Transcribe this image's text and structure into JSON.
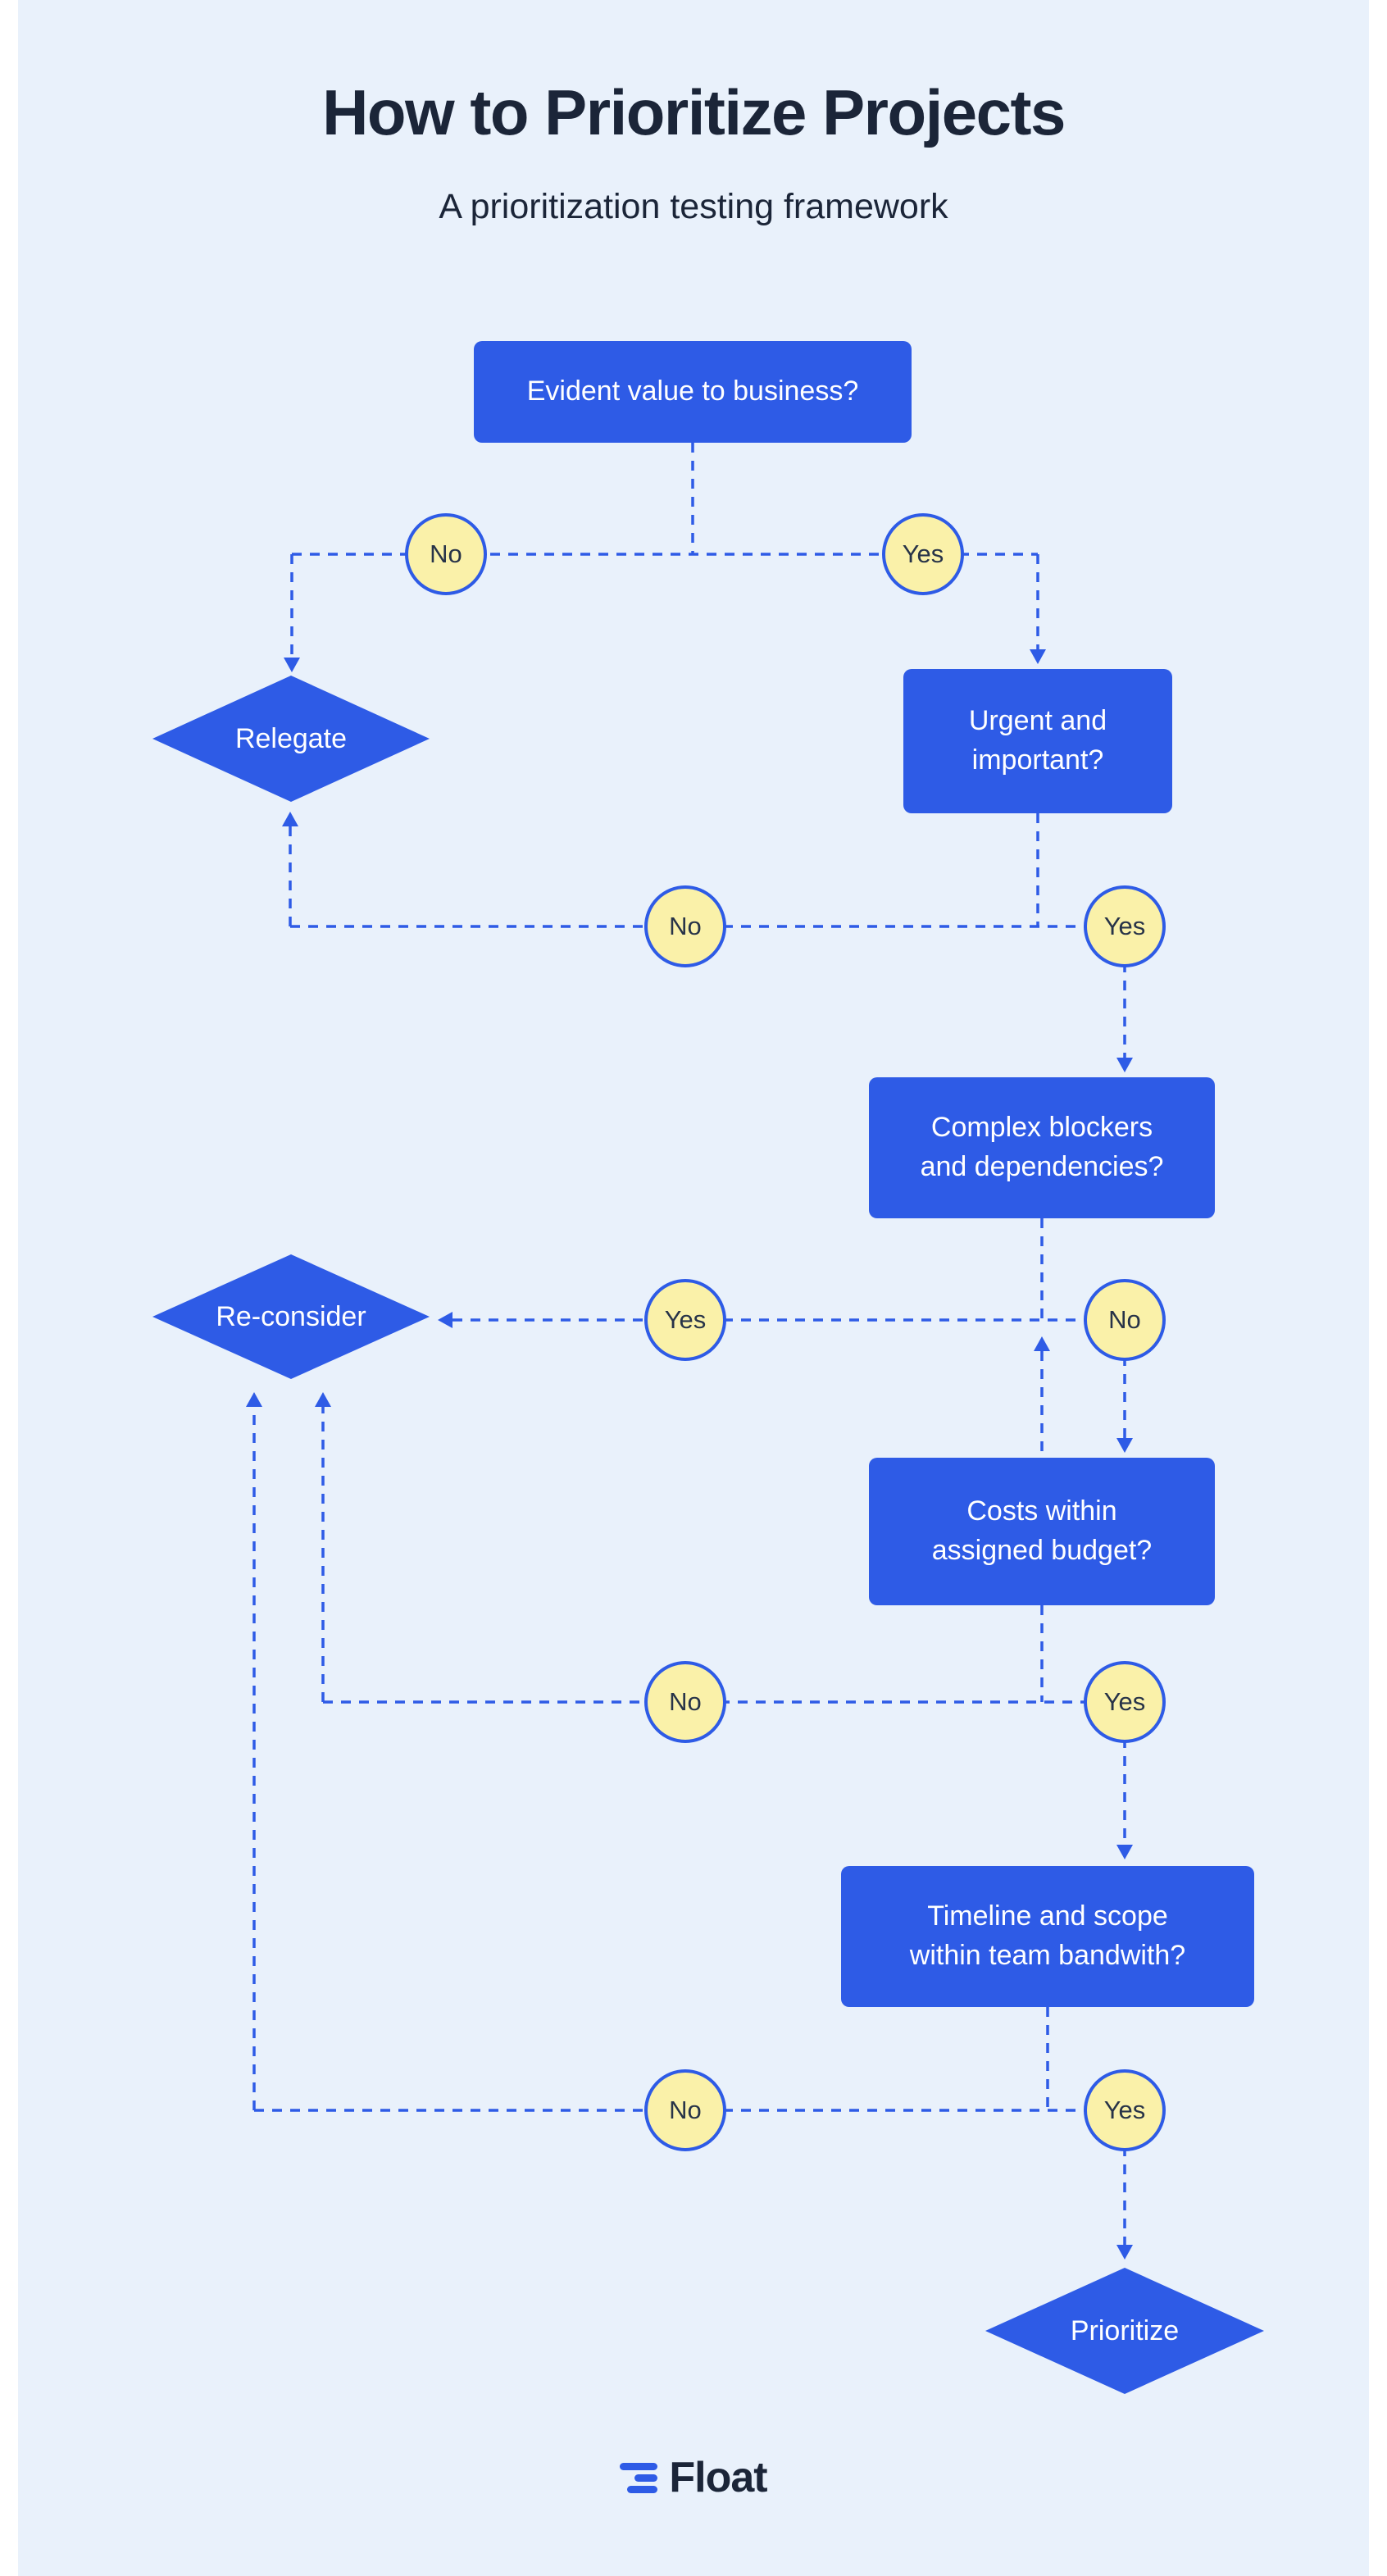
{
  "header": {
    "title": "How to Prioritize Projects",
    "subtitle": "A prioritization testing framework"
  },
  "flow": {
    "questions": [
      {
        "id": "evident-value",
        "lines": [
          "Evident value to business?"
        ]
      },
      {
        "id": "urgent-important",
        "lines": [
          "Urgent and",
          "important?"
        ]
      },
      {
        "id": "complex-blockers",
        "lines": [
          "Complex blockers",
          "and dependencies?"
        ]
      },
      {
        "id": "costs-budget",
        "lines": [
          "Costs within",
          "assigned budget?"
        ]
      },
      {
        "id": "timeline-scope",
        "lines": [
          "Timeline and scope",
          "within team bandwith?"
        ]
      }
    ],
    "outcomes": {
      "relegate": "Relegate",
      "reconsider": "Re-consider",
      "prioritize": "Prioritize"
    },
    "branches": [
      {
        "id": "evident-value-no",
        "label": "No"
      },
      {
        "id": "evident-value-yes",
        "label": "Yes"
      },
      {
        "id": "urgent-important-no",
        "label": "No"
      },
      {
        "id": "urgent-important-yes",
        "label": "Yes"
      },
      {
        "id": "complex-blockers-yes",
        "label": "Yes"
      },
      {
        "id": "complex-blockers-no",
        "label": "No"
      },
      {
        "id": "costs-budget-no",
        "label": "No"
      },
      {
        "id": "costs-budget-yes",
        "label": "Yes"
      },
      {
        "id": "timeline-scope-no",
        "label": "No"
      },
      {
        "id": "timeline-scope-yes",
        "label": "Yes"
      }
    ]
  },
  "footer": {
    "brand": "Float"
  },
  "colors": {
    "background": "#E9F1FB",
    "node_blue": "#2E5BE6",
    "label_yellow": "#FAF1A9",
    "text_dark": "#1B2538"
  }
}
